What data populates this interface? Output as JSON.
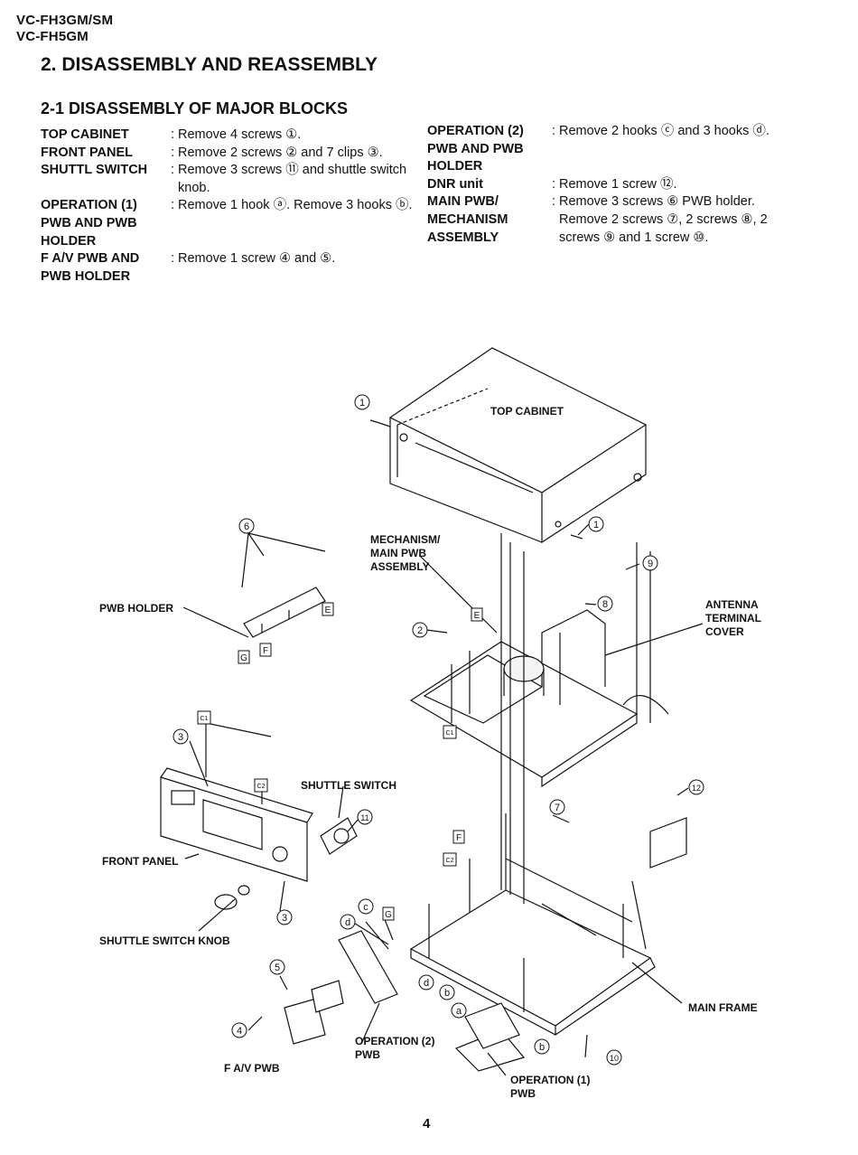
{
  "header": {
    "model_line1": "VC-FH3GM/SM",
    "model_line2": "VC-FH5GM"
  },
  "section_title": "2. DISASSEMBLY AND REASSEMBLY",
  "subsection_title": "2-1  DISASSEMBLY OF MAJOR BLOCKS",
  "steps_left": [
    {
      "label": "TOP CABINET",
      "text": "Remove 4 screws ①."
    },
    {
      "label": "FRONT PANEL",
      "text": "Remove 2 screws ② and 7 clips ③."
    },
    {
      "label": "SHUTTL SWITCH",
      "text": "Remove 3 screws ⑪ and shuttle switch knob."
    },
    {
      "label": "OPERATION (1) PWB AND PWB HOLDER",
      "text": "Remove 1 hook ⓐ. Remove 3 hooks ⓑ."
    },
    {
      "label": "F A/V PWB AND PWB HOLDER",
      "text": "Remove 1 screw ④ and ⑤."
    }
  ],
  "steps_right": [
    {
      "label": "OPERATION (2) PWB AND PWB HOLDER",
      "text": "Remove 2 hooks ⓒ and 3 hooks ⓓ."
    },
    {
      "label": "DNR unit",
      "text": "Remove 1 screw ⑫."
    },
    {
      "label": "MAIN PWB/ MECHANISM ASSEMBLY",
      "text": "Remove 3 screws ⑥ PWB holder. Remove 2 screws ⑦, 2 screws ⑧, 2 screws ⑨ and 1 screw ⑩."
    }
  ],
  "diagram_labels": {
    "top_cabinet": "TOP CABINET",
    "mechanism": "MECHANISM/ MAIN PWB ASSEMBLY",
    "antenna": "ANTENNA TERMINAL COVER",
    "pwb_holder": "PWB HOLDER",
    "shuttle_switch": "SHUTTLE SWITCH",
    "front_panel": "FRONT PANEL",
    "shuttle_knob": "SHUTTLE SWITCH KNOB",
    "main_frame": "MAIN FRAME",
    "operation2": "OPERATION (2) PWB",
    "operation1": "OPERATION (1) PWB",
    "fav_pwb": "F A/V PWB"
  },
  "markers": [
    "1",
    "2",
    "3",
    "4",
    "5",
    "6",
    "7",
    "8",
    "9",
    "10",
    "11",
    "12",
    "a",
    "b",
    "c",
    "d",
    "E",
    "F",
    "G",
    "C1",
    "C2"
  ],
  "page_number": "4"
}
